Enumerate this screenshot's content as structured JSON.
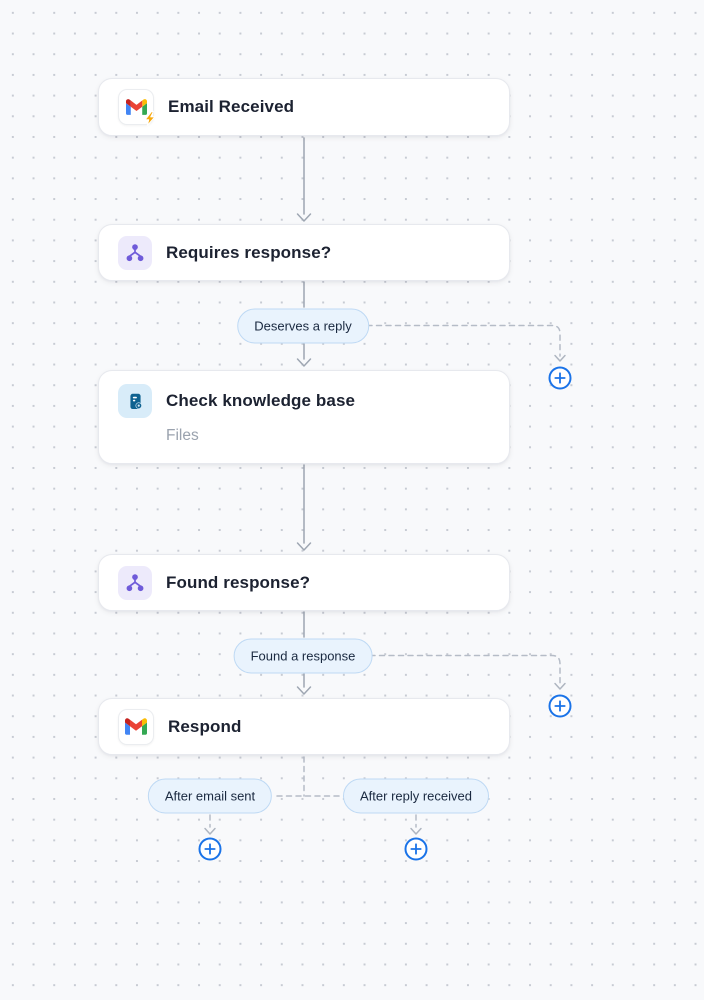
{
  "canvas": {
    "background": "#f8f9fb",
    "dot_color": "#c7cbd3"
  },
  "colors": {
    "accent_blue": "#1a73e8",
    "pill_bg": "#e9f3fd",
    "pill_border": "#bed9f4",
    "solid_connector": "#9ea6b2",
    "dashed_connector": "#b5bcc7",
    "branch_purple": "#6f5bd9",
    "knowledge_blue": "#0e6290",
    "bolt_orange": "#f7a80d"
  },
  "nodes": [
    {
      "title": "Email Received",
      "icon": "gmail-trigger-icon"
    },
    {
      "title": "Requires response?",
      "icon": "branch-icon"
    },
    {
      "title": "Check knowledge base",
      "subtitle": "Files",
      "icon": "knowledge-base-icon"
    },
    {
      "title": "Found response?",
      "icon": "branch-icon"
    },
    {
      "title": "Respond",
      "icon": "gmail-icon"
    }
  ],
  "edge_labels": {
    "deserves_reply": "Deserves a reply",
    "found_a_response": "Found a response",
    "after_email_sent": "After email sent",
    "after_reply_received": "After reply received"
  },
  "add_button": {
    "symbol": "+"
  }
}
